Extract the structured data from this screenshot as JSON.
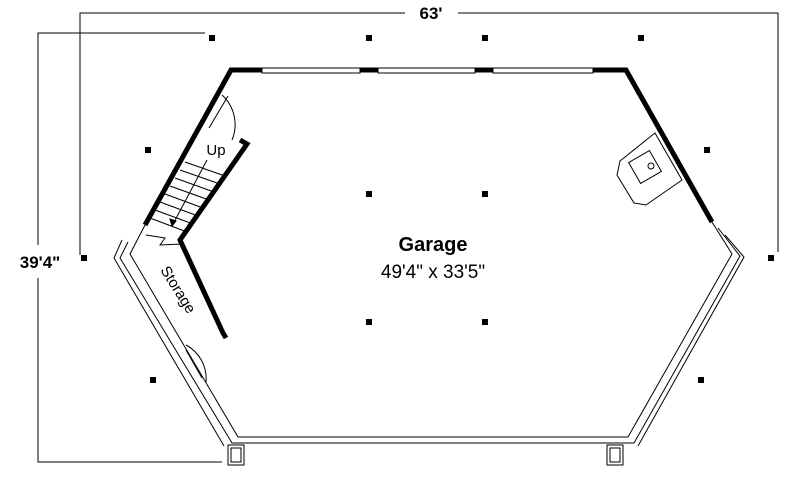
{
  "plan": {
    "overall_width": "63'",
    "overall_depth": "39'4\"",
    "rooms": [
      {
        "name": "Garage",
        "size": "49'4\" x 33'5\""
      },
      {
        "name": "Storage"
      }
    ],
    "stair_label": "Up"
  }
}
